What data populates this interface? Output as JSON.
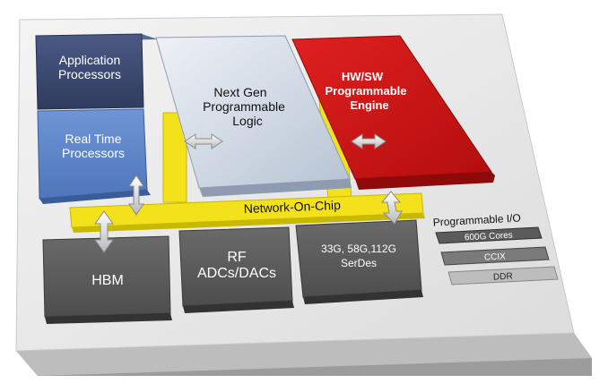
{
  "diagram": {
    "blocks": {
      "app_processors": {
        "line1": "Application",
        "line2": "Processors"
      },
      "rt_processors": {
        "line1": "Real Time",
        "line2": "Processors"
      },
      "prog_logic": {
        "line1": "Next Gen",
        "line2": "Programmable",
        "line3": "Logic"
      },
      "hwsw_engine": {
        "line1": "HW/SW",
        "line2": "Programmable",
        "line3": "Engine"
      },
      "noc": {
        "label": "Network-On-Chip"
      },
      "hbm": {
        "label": "HBM"
      },
      "rf": {
        "line1": "RF",
        "line2": "ADCs/DACs"
      },
      "serdes": {
        "line1": "33G, 58G,112G",
        "line2": "SerDes"
      },
      "prog_io": {
        "title": "Programmable I/O",
        "items": [
          "600G Cores",
          "CCIX",
          "DDR"
        ]
      }
    },
    "colors": {
      "dark_blue": "#3c4a72",
      "light_blue": "#5f86c9",
      "pale_logic": "#cdd6e2",
      "red": "#d11515",
      "yellow": "#f3e21b",
      "dark_gray": "#5a5a5a",
      "board": "#e4e4e4"
    }
  }
}
